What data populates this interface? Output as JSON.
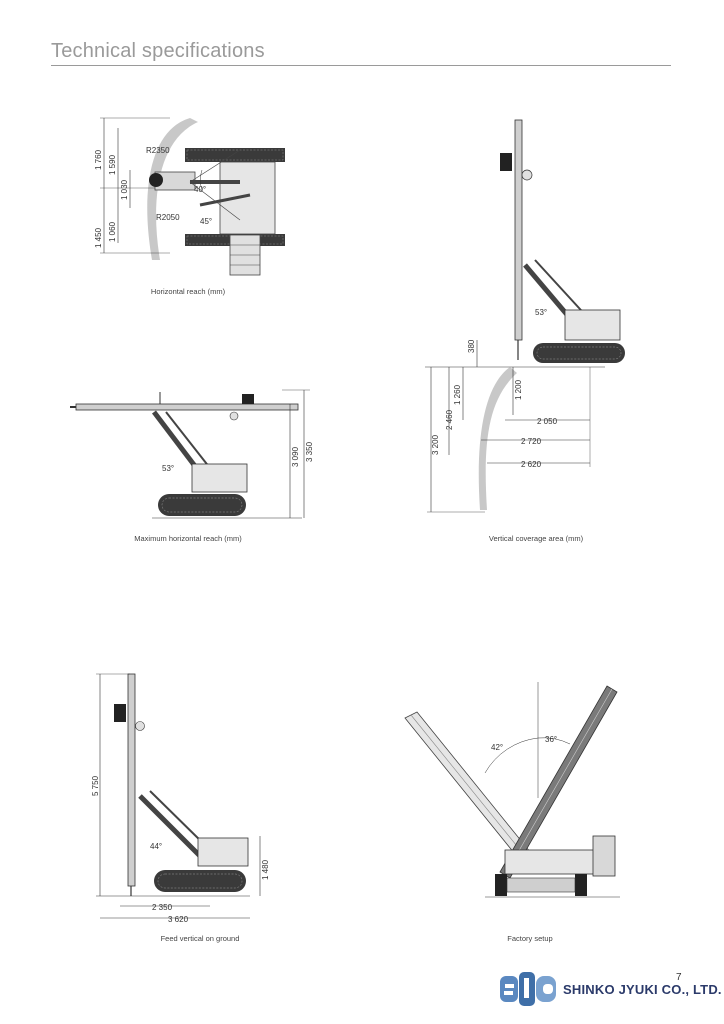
{
  "page": {
    "title": "Technical specifications",
    "number": "7"
  },
  "company": {
    "name": "SHINKO JYUKI CO., LTD.",
    "logo_text": "SJC"
  },
  "figures": {
    "horizontal_reach": {
      "caption": "Horizontal reach (mm)",
      "dims": {
        "d1760": "1 760",
        "d1590": "1 590",
        "d1030": "1 030",
        "d1060": "1 060",
        "d1450": "1 450",
        "r2350": "R2350",
        "r2050": "R2050",
        "a40": "40°",
        "a45": "45°"
      }
    },
    "vertical_coverage": {
      "caption": "Vertical coverage area (mm)",
      "dims": {
        "d380": "380",
        "d1260": "1 260",
        "d1200": "1 200",
        "d3200": "3 200",
        "d2460": "2 460",
        "d2050": "2 050",
        "d2720": "2 720",
        "d2620": "2 620",
        "a53": "53°"
      }
    },
    "max_horizontal_reach": {
      "caption": "Maximum horizontal reach (mm)",
      "dims": {
        "d3090": "3 090",
        "d3350": "3 350",
        "a53": "53°"
      }
    },
    "feed_vertical": {
      "caption": "Feed vertical on ground",
      "dims": {
        "d5750": "5 750",
        "d1480": "1 480",
        "d2350": "2 350",
        "d3620": "3 620",
        "a44": "44°"
      }
    },
    "factory_setup": {
      "caption": "Factory setup",
      "dims": {
        "a42": "42°",
        "a36": "36°"
      }
    }
  }
}
